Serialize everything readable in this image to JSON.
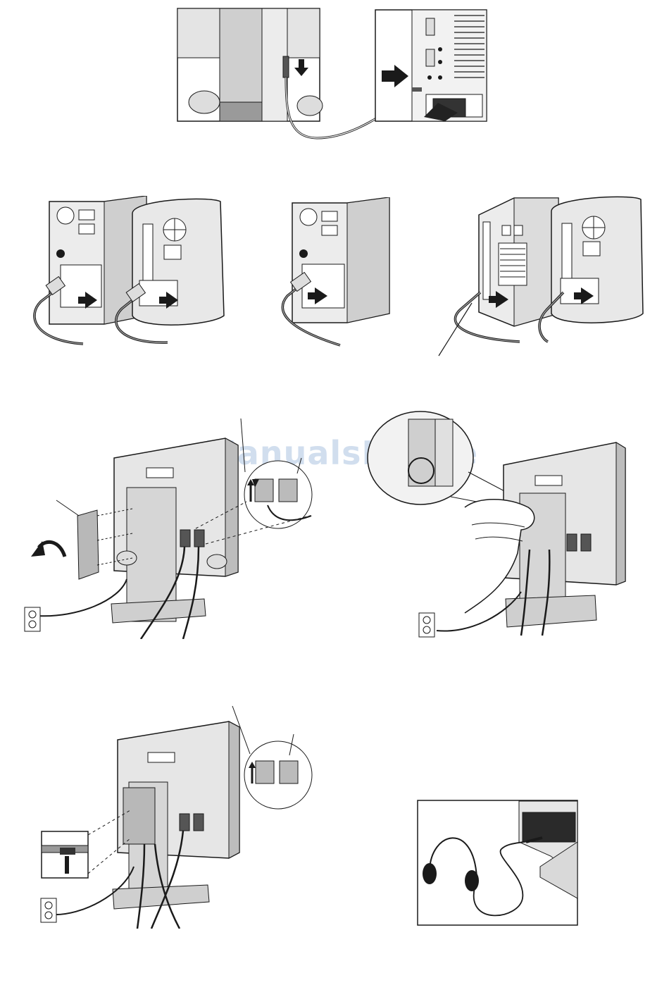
{
  "page": {
    "type": "monitor setup instructions illustration page",
    "colors": {
      "line": "#1a1a1a",
      "shade": "#cfcfcf",
      "dark": "#3a3a3a",
      "light": "#ececec",
      "watermark": "#c9d9ec"
    }
  },
  "watermark": {
    "text": "ManualsLib.de"
  },
  "figures": [
    {
      "id": "audio-cable-to-pc",
      "icon": "audio-jack-connection"
    },
    {
      "id": "mac-tower-connections",
      "icon": "computer-tower-cable"
    },
    {
      "id": "pc-tower-connection",
      "icon": "computer-tower-cable"
    },
    {
      "id": "dual-tower-connection",
      "icon": "computer-tower-cable"
    },
    {
      "id": "remove-cable-cover",
      "icon": "monitor-back-cover"
    },
    {
      "id": "route-cables-through-stand",
      "icon": "cable-management-hand"
    },
    {
      "id": "attach-cable-cover",
      "icon": "monitor-back-cover"
    },
    {
      "id": "headphones-connection",
      "icon": "headphones-icon"
    }
  ]
}
